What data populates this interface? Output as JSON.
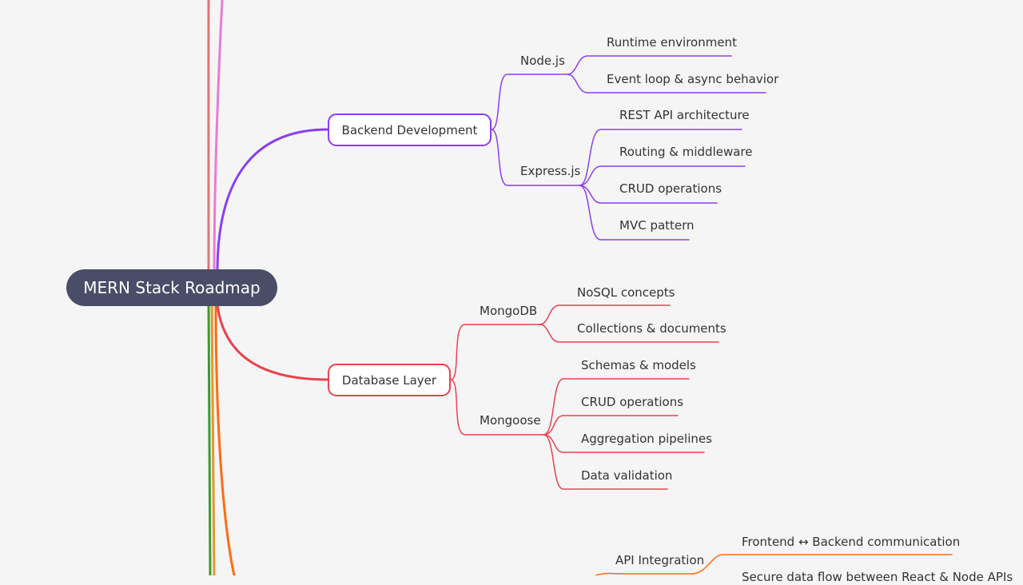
{
  "root": {
    "label": "MERN Stack Roadmap",
    "color": "#4a4d68"
  },
  "branches": [
    {
      "label": "Backend Development",
      "color": "#8a3ff0",
      "children": [
        {
          "label": "Node.js",
          "leaves": [
            "Runtime environment",
            "Event loop & async behavior"
          ]
        },
        {
          "label": "Express.js",
          "leaves": [
            "REST API architecture",
            "Routing & middleware",
            "CRUD operations",
            "MVC pattern"
          ]
        }
      ]
    },
    {
      "label": "Database Layer",
      "color": "#e8434f",
      "children": [
        {
          "label": "MongoDB",
          "leaves": [
            "NoSQL concepts",
            "Collections & documents"
          ]
        },
        {
          "label": "Mongoose",
          "leaves": [
            "Schemas & models",
            "CRUD operations",
            "Aggregation pipelines",
            "Data validation"
          ]
        }
      ]
    },
    {
      "label": "",
      "color": "#ff6a14",
      "children": [
        {
          "label": "API Integration",
          "leaves": [
            "Frontend ↔ Backend communication",
            "Secure data flow between React & Node APIs"
          ]
        }
      ]
    }
  ],
  "offscreen_branch_colors": [
    "#d9777a",
    "#e87bd6",
    "#3d9a2f",
    "#e8952a"
  ]
}
